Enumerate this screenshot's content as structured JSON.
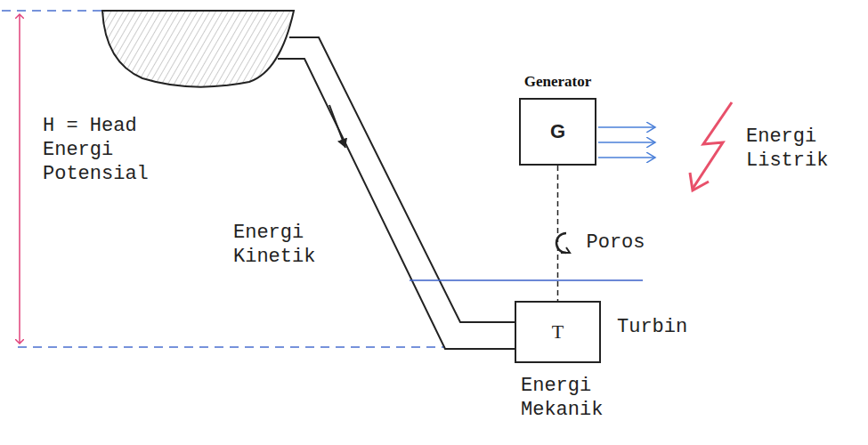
{
  "diagram": {
    "nodes": [
      {
        "text": [
          "Generator",
          "G"
        ]
      },
      {
        "text": [
          "T",
          "Turbin"
        ]
      }
    ],
    "edges": [
      {
        "from": 0,
        "to": 1,
        "label": "Poros",
        "arrow": "none"
      }
    ],
    "labels": [
      "H = Head Energi Potensial",
      "Energi Kinetik",
      "Energi Listrik",
      "Energi Mekanik"
    ]
  }
}
